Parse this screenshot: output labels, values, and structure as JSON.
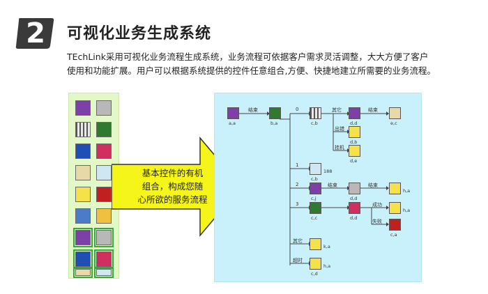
{
  "header": {
    "number": "2",
    "title": "可视化业务生成系统",
    "line1": "TEchLink采用可视化业务流程生成系统，业务流程可依据客户需求灵活调整，大大方便了客户",
    "line2": "使用和功能扩展。用户可以根据系统提供的控件任意组合,方便、快捷地建立所需要的业务流程。"
  },
  "callout": {
    "line1": "基本控件的有机",
    "line2": "组合，构成您随",
    "line3": "心所欲的服务流程"
  },
  "colors": {
    "toolbox_bg": "#e3f8c7",
    "flow_bg": "#c9f1fb",
    "arrow_fill": "#f5f519",
    "badge": "#3a3a3a"
  },
  "toolbox": {
    "icons": [
      "play-icon",
      "tape-icon",
      "keypad-icon",
      "record-icon",
      "counter-icon",
      "printer-icon",
      "phone-icon",
      "modem-icon",
      "bolt-icon",
      "hangup-icon",
      "computer-icon",
      "fax-icon",
      "play-icon",
      "tape-icon",
      "counter-icon",
      "printer-icon",
      "phone-icon",
      "modem-icon"
    ]
  },
  "flow": {
    "nodes": {
      "a": "a,a",
      "b": "b,a",
      "c1": "c,b",
      "d1": "d,d",
      "e1": "e,c",
      "d2": "d,b",
      "d3": "d,e",
      "cb": "c,b",
      "c188": "188",
      "cj": "c,j",
      "d4": "d,d",
      "h1": "h,a",
      "h2": "h,a",
      "cc": "c,c",
      "dd": "d,d",
      "ca": "c,a",
      "k1": "k,a",
      "cd": "c,d",
      "hi": "h,a"
    },
    "edges": {
      "e_end": "结束",
      "e_0": "0",
      "e_other": "其它",
      "e_end2": "结束",
      "e_err": "出错",
      "e_hang": "挂机",
      "e_1": "1",
      "e_2": "2",
      "e_end3": "结束",
      "e_end4": "结束",
      "e_3": "3",
      "e_ok": "成功",
      "e_fail": "失败",
      "e_other2": "其它",
      "e_timeout": "超时"
    }
  }
}
